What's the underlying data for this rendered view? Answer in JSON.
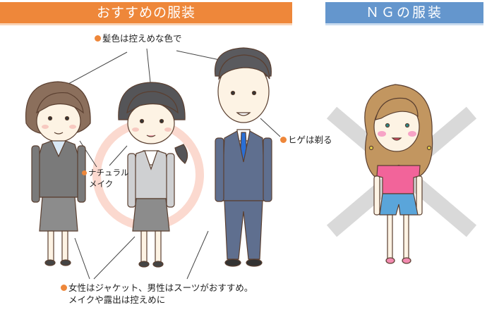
{
  "sections": {
    "recommended": {
      "title": "おすすめの服装",
      "color": "#ee873a"
    },
    "ng": {
      "title": "ＮＧの服装",
      "color": "#6496cd"
    }
  },
  "annotations": {
    "hair": "髪色は控えめな色で",
    "makeup_line1": "ナチュラル",
    "makeup_line2": "メイク",
    "beard": "ヒゲは剃る",
    "outfit_line1": "女性はジャケット、男性はスーツがおすすめ。",
    "outfit_line2": "メイクや露出は控えめに"
  },
  "bullet_color": "#ee873a",
  "symbols": {
    "ok": "circle-mark",
    "ng": "x-mark"
  },
  "figures": [
    {
      "name": "woman-bob-suit",
      "hair": "#8b6f5c",
      "jacket": "#7a7a7a"
    },
    {
      "name": "woman-ponytail-suit",
      "hair": "#555558",
      "jacket": "#cfd0d2"
    },
    {
      "name": "man-suit",
      "hair": "#5a5a5e",
      "suit": "#5f6f8f",
      "tie": "#2a6fd6"
    },
    {
      "name": "woman-casual-ng",
      "hair": "#c29660",
      "top": "#f2649a",
      "shorts": "#5aa5da"
    }
  ]
}
